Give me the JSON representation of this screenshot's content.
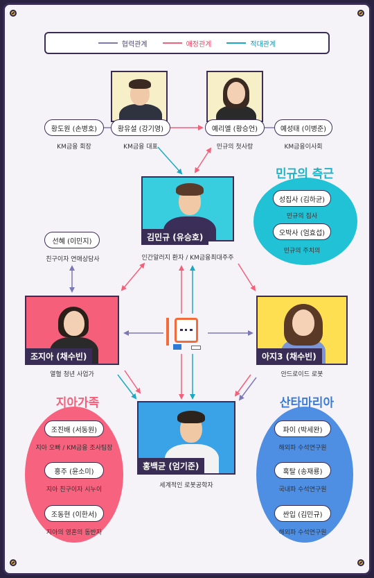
{
  "legend": {
    "cooperation": {
      "label": "협력관계",
      "color": "#7b78b8"
    },
    "love": {
      "label": "애정관계",
      "color": "#f2607a"
    },
    "hostile": {
      "label": "적대관계",
      "color": "#1aa9c4"
    }
  },
  "top_row": {
    "hwang_dowon": {
      "name": "황도원 (손병호)",
      "caption": "KM금융 회장"
    },
    "hwang_yuseol": {
      "name": "황유설 (강기영)",
      "caption": "KM금융 대표"
    },
    "yeriel": {
      "name": "예리엘 (황승언)",
      "caption": "민규의 첫사랑"
    },
    "yeseongtae": {
      "name": "예성태 (이병준)",
      "caption": "KM금융이사회"
    }
  },
  "center": {
    "kim_mingyu": {
      "name": "김민규 (유승호)",
      "caption": "인간알러지 환자 / KM금융최대주주"
    }
  },
  "left_mid": {
    "seonhye": {
      "name": "선혜 (이민지)",
      "caption": "친구이자 연애상담사"
    },
    "jo_jia": {
      "name": "조지아 (채수빈)",
      "caption": "열혈 청년 사업가"
    }
  },
  "right_mid": {
    "aji3": {
      "name": "아지3 (채수빈)",
      "caption": "안드로이드 로봇"
    }
  },
  "bottom_center": {
    "hong_baekgyun": {
      "name": "홍백균 (엄기준)",
      "caption": "세계적인 로봇공학자"
    }
  },
  "mingyu_side": {
    "title": "민규의 측근",
    "members": [
      {
        "name": "성집사 (김하균)",
        "caption": "민규의 집사"
      },
      {
        "name": "오박사 (엄효섭)",
        "caption": "민규의 주치의"
      }
    ]
  },
  "jia_family": {
    "title": "지아가족",
    "members": [
      {
        "name": "조진배 (서동원)",
        "caption": "지아 오빠 / KM금융 조사팀장"
      },
      {
        "name": "홍주 (윤소미)",
        "caption": "지아 친구이자 시누이"
      },
      {
        "name": "조동현 (이한서)",
        "caption": "지아의 영혼의 동반자"
      }
    ]
  },
  "santa_maria": {
    "title": "산타마리아",
    "members": [
      {
        "name": "파이 (박세완)",
        "caption": "해외파 수석연구원"
      },
      {
        "name": "혹탈 (송재룡)",
        "caption": "국내파 수석연구원"
      },
      {
        "name": "싼입 (김민규)",
        "caption": "해외파 수석연구원"
      }
    ]
  }
}
